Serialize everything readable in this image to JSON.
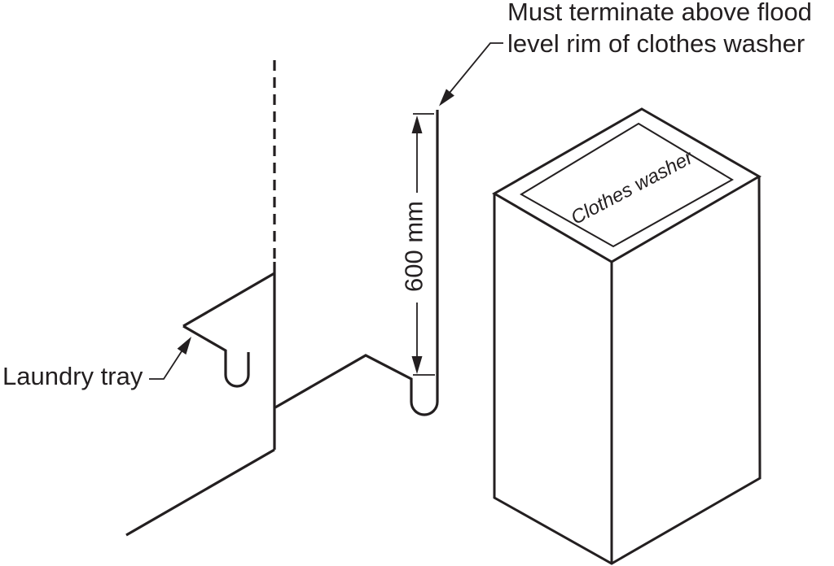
{
  "page": {
    "background_color": "#ffffff",
    "line_color": "#231f20"
  },
  "annotations": {
    "standpipe_note_line1": "Must terminate above flood",
    "standpipe_note_line2": "level rim of clothes washer",
    "laundry_tray_label": "Laundry tray",
    "dimension_label": "600 mm",
    "washer_label": "Clothes washer"
  }
}
